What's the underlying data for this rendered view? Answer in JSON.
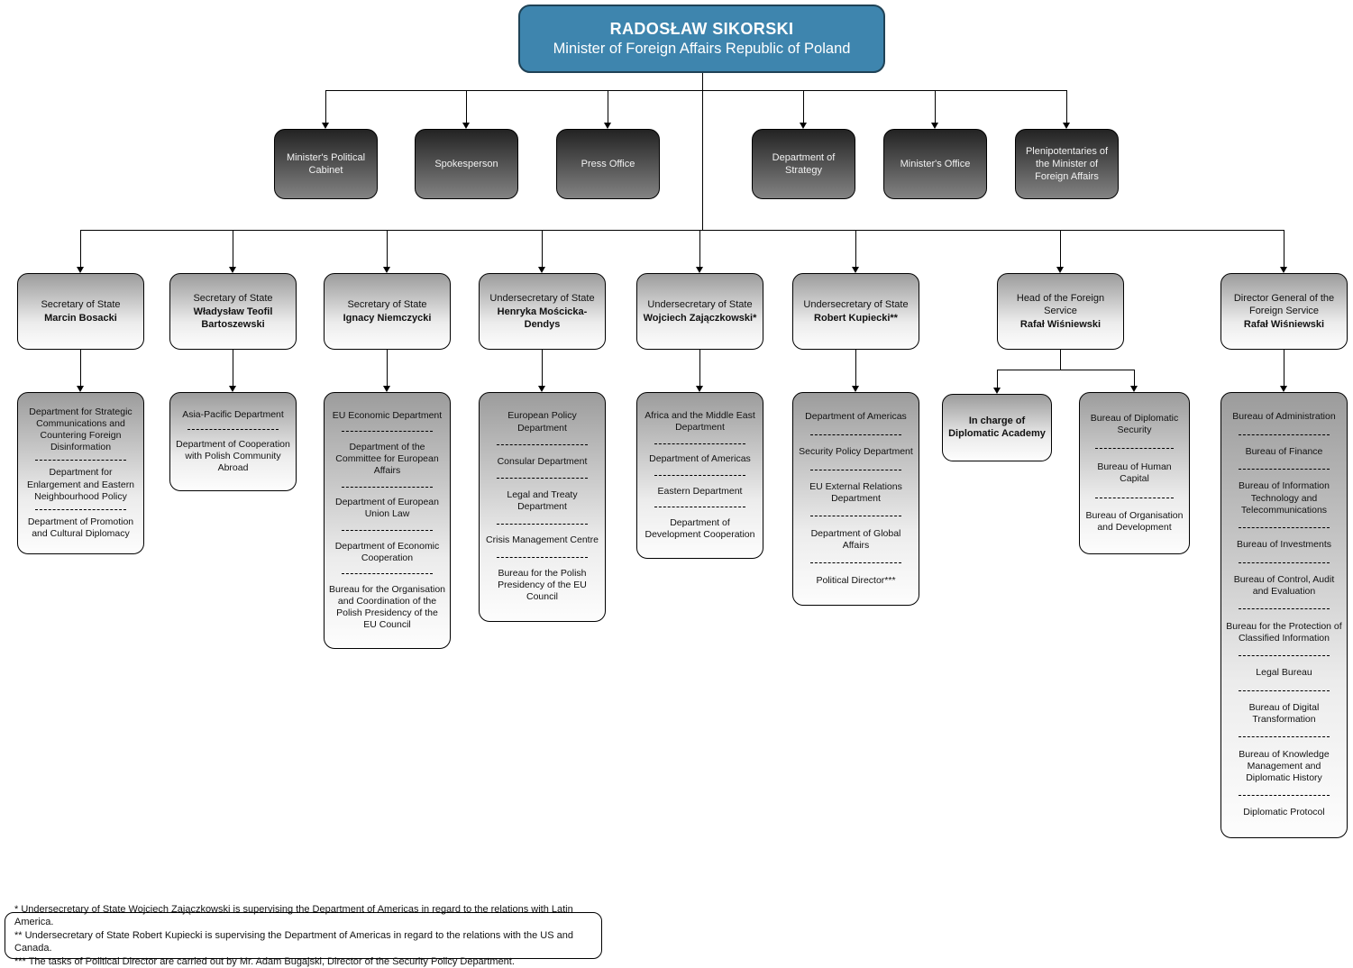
{
  "minister": {
    "name": "RADOSŁAW SIKORSKI",
    "title": "Minister of Foreign Affairs Republic of Poland"
  },
  "offices": [
    "Minister's Political Cabinet",
    "Spokesperson",
    "Press Office",
    "Department of Strategy",
    "Minister's Office",
    "Plenipotentaries of the Minister of Foreign Affairs"
  ],
  "executives": [
    {
      "role": "Secretary of State",
      "name": "Marcin Bosacki",
      "departments": [
        "Department for Strategic Communications and Countering Foreign Disinformation",
        "Department for Enlargement and Eastern Neighbourhood Policy",
        "Department of Promotion and Cultural Diplomacy"
      ]
    },
    {
      "role": "Secretary of State",
      "name": "Władysław Teofil Bartoszewski",
      "departments": [
        "Asia-Pacific Department",
        "Department of Cooperation with Polish Community Abroad"
      ]
    },
    {
      "role": "Secretary of State",
      "name": "Ignacy Niemczycki",
      "departments": [
        "EU Economic Department",
        "Department of the Committee for European Affairs",
        "Department of European Union Law",
        "Department of Economic Cooperation",
        "Bureau for the Organisation and Coordination of the Polish Presidency of the EU Council"
      ]
    },
    {
      "role": "Undersecretary of State",
      "name": "Henryka Mościcka-Dendys",
      "departments": [
        "European Policy Department",
        "Consular Department",
        "Legal and Treaty Department",
        "Crisis Management Centre",
        "Bureau for the Polish Presidency of the EU Council"
      ]
    },
    {
      "role": "Undersecretary of State",
      "name": "Wojciech Zajączkowski*",
      "departments": [
        "Africa and the Middle East Department",
        "Department of Americas",
        "Eastern Department",
        "Department of Development Cooperation"
      ]
    },
    {
      "role": "Undersecretary of State",
      "name": "Robert Kupiecki**",
      "departments": [
        "Department of Americas",
        "Security Policy Department",
        "EU External Relations Department",
        "Department of Global Affairs",
        "Political Director***"
      ]
    },
    {
      "role": "Head of the Foreign Service",
      "name": "Rafał Wiśniewski",
      "special": "In charge of Diplomatic Academy",
      "departments": [
        "Bureau of Diplomatic Security",
        "Bureau of Human Capital",
        "Bureau of Organisation and Development"
      ]
    },
    {
      "role": "Director General of the Foreign Service",
      "name": "Rafał Wiśniewski",
      "departments": [
        "Bureau of Administration",
        "Bureau of Finance",
        "Bureau of Information Technology and Telecommunications",
        "Bureau of Investments",
        "Bureau of Control, Audit and Evaluation",
        "Bureau for the Protection of Classified Information",
        "Legal Bureau",
        "Bureau of Digital Transformation",
        "Bureau of Knowledge Management and Diplomatic History",
        "Diplomatic Protocol"
      ]
    }
  ],
  "footnotes": [
    "* Undersecretary of State Wojciech Zajączkowski is supervising the Department of Americas in regard to the relations with Latin America.",
    "** Undersecretary of State Robert Kupiecki is supervising the Department of Americas in regard to the relations with the US and Canada.",
    "*** The tasks of Political Director are carried out by Mr. Adam Bugajski, Director of the Security Policy Department."
  ]
}
